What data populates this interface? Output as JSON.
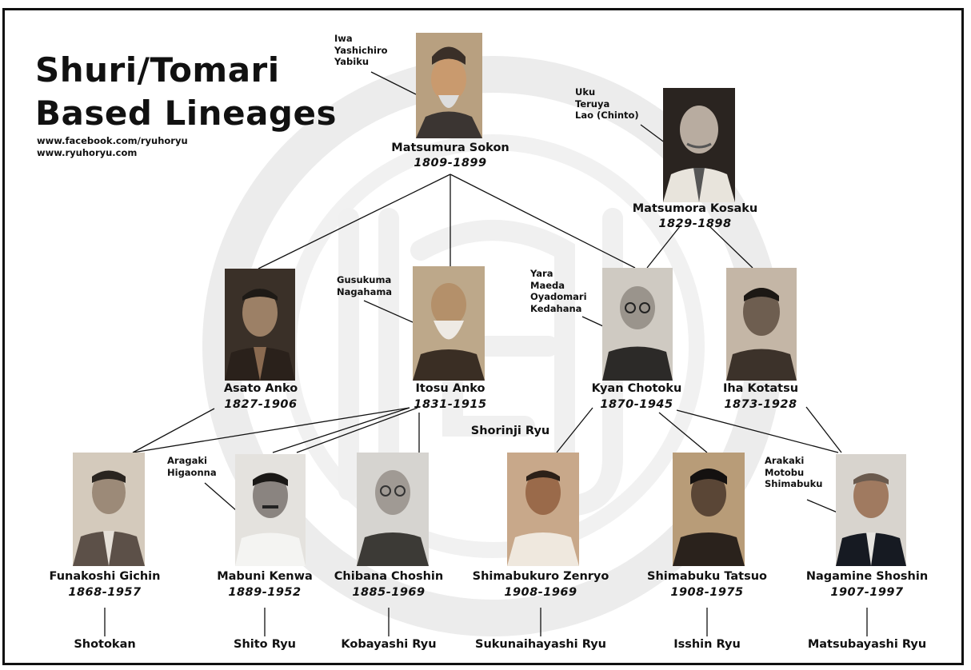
{
  "title_lines": [
    "Shuri/Tomari",
    "Based Lineages"
  ],
  "links": [
    "www.facebook.com/ryuhoryu",
    "www.ryuhoryu.com"
  ],
  "people": [
    {
      "id": "matsumura-sokon",
      "name": "Matsumura Sokon",
      "years": "1809-1899",
      "teachers": [
        "Iwa",
        "Yashichiro",
        "Yabiku"
      ]
    },
    {
      "id": "matsumora-kosaku",
      "name": "Matsumora Kosaku",
      "years": "1829-1898",
      "teachers": [
        "Uku",
        "Teruya",
        "Lao (Chinto)"
      ]
    },
    {
      "id": "asato-anko",
      "name": "Asato Anko",
      "years": "1827-1906",
      "teachers": []
    },
    {
      "id": "itosu-anko",
      "name": "Itosu Anko",
      "years": "1831-1915",
      "teachers": [
        "Gusukuma",
        "Nagahama"
      ]
    },
    {
      "id": "kyan-chotoku",
      "name": "Kyan Chotoku",
      "years": "1870-1945",
      "teachers": [
        "Yara",
        "Maeda",
        "Oyadomari",
        "Kedahana"
      ]
    },
    {
      "id": "iha-kotatsu",
      "name": "Iha Kotatsu",
      "years": "1873-1928",
      "teachers": []
    },
    {
      "id": "funakoshi-gichin",
      "name": "Funakoshi Gichin",
      "years": "1868-1957",
      "teachers": [],
      "style": "Shotokan"
    },
    {
      "id": "mabuni-kenwa",
      "name": "Mabuni Kenwa",
      "years": "1889-1952",
      "teachers": [
        "Aragaki",
        "Higaonna"
      ],
      "style": "Shito Ryu"
    },
    {
      "id": "chibana-choshin",
      "name": "Chibana Choshin",
      "years": "1885-1969",
      "teachers": [],
      "style": "Kobayashi Ryu"
    },
    {
      "id": "shimabukuro-zenryo",
      "name": "Shimabukuro Zenryo",
      "years": "1908-1969",
      "teachers": [],
      "style": "Sukunaihayashi Ryu"
    },
    {
      "id": "shimabuku-tatsuo",
      "name": "Shimabuku Tatsuo",
      "years": "1908-1975",
      "teachers": [],
      "style": "Isshin Ryu"
    },
    {
      "id": "nagamine-shoshin",
      "name": "Nagamine Shoshin",
      "years": "1907-1997",
      "teachers": [
        "Arakaki",
        "Motobu",
        "Shimabuku"
      ],
      "style": "Matsubayashi Ryu"
    }
  ],
  "branch_label": "Shorinji Ryu",
  "colors": {
    "ink": "#111111",
    "watermark": "#ececec",
    "sepia_dark": "#4a3b2e",
    "sepia_light": "#cdbfae"
  }
}
